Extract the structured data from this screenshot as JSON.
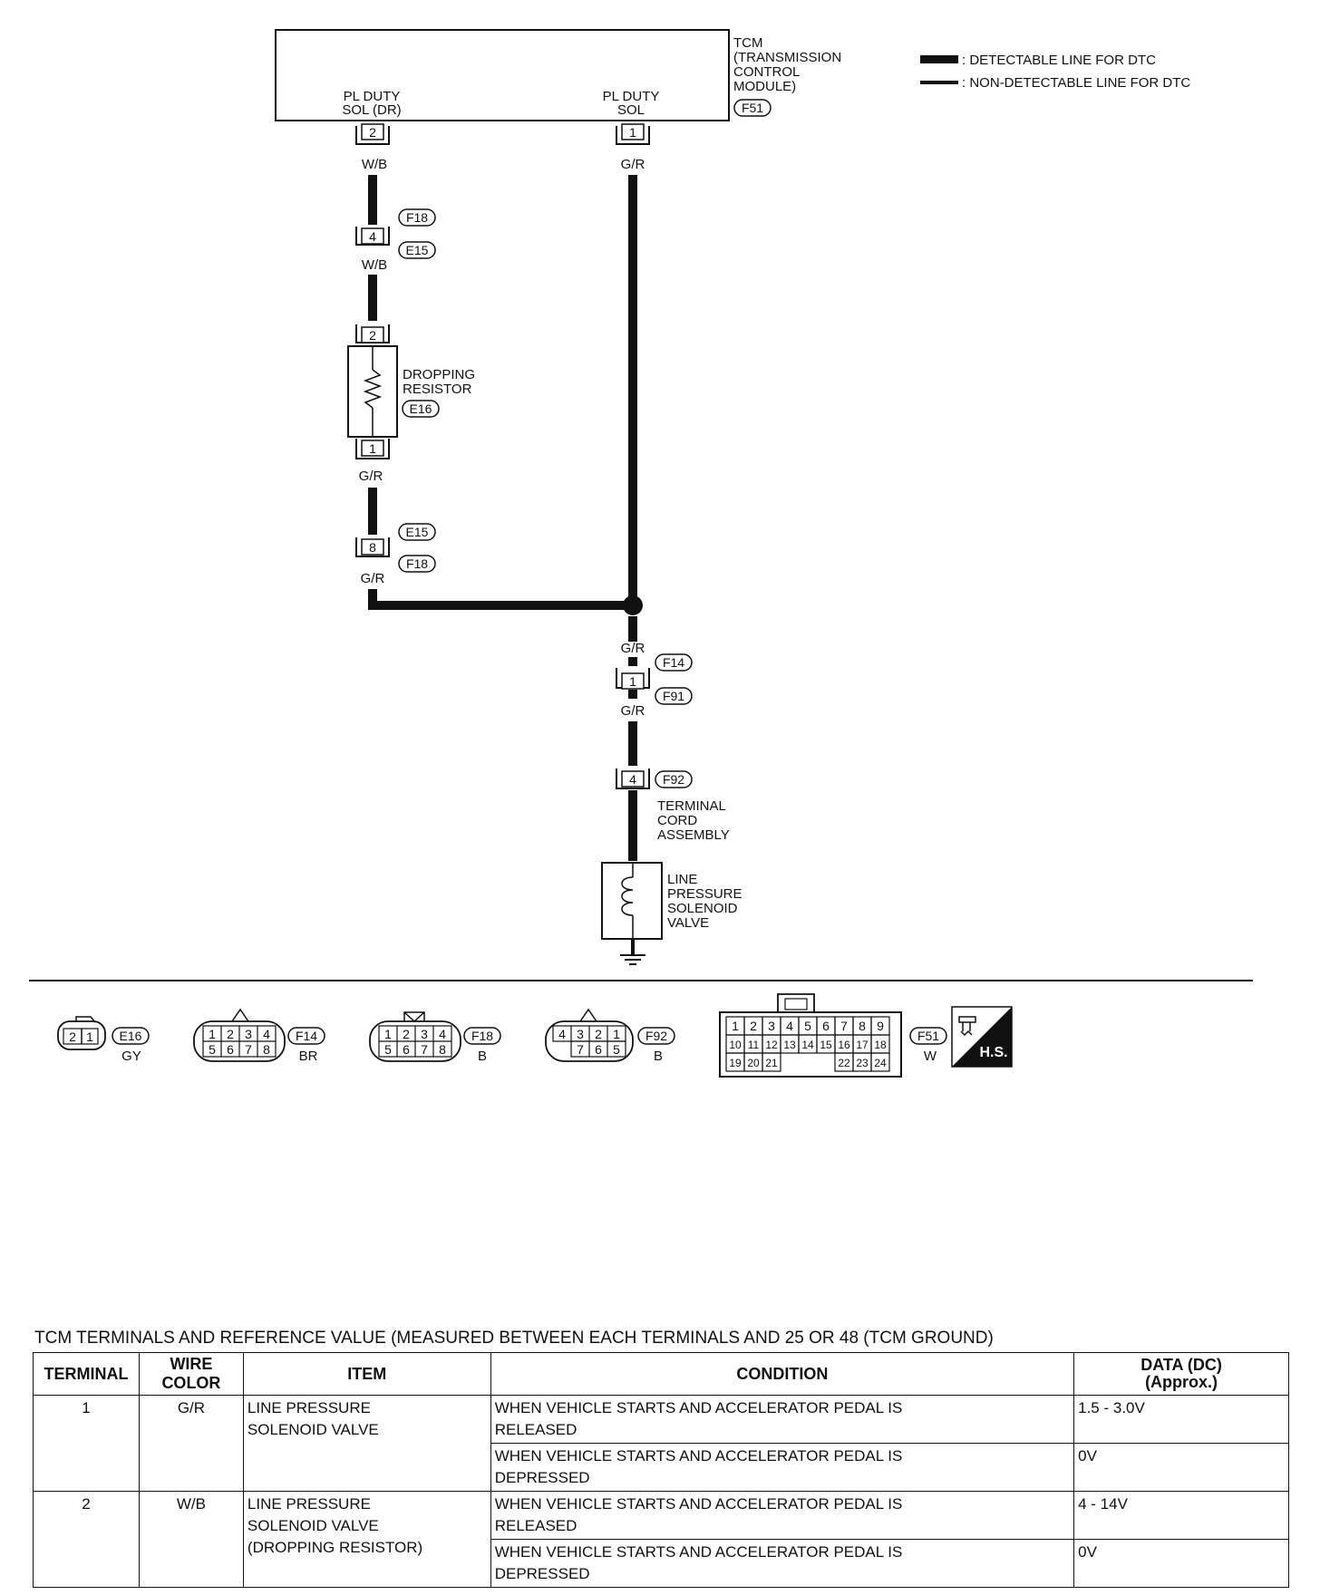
{
  "legend": {
    "detectable": ": DETECTABLE LINE FOR DTC",
    "non_detectable": ": NON-DETECTABLE LINE FOR DTC"
  },
  "tcm": {
    "label_lines": [
      "TCM",
      "(TRANSMISSION",
      "CONTROL",
      "MODULE)"
    ],
    "connector": "F51",
    "pin_left_label": [
      "PL DUTY",
      "SOL (DR)"
    ],
    "pin_left": "2",
    "pin_right_label": [
      "PL DUTY",
      "SOL"
    ],
    "pin_right": "1"
  },
  "wires": {
    "wb": "W/B",
    "gr": "G/R"
  },
  "connectors": {
    "f18_e15": {
      "top": "F18",
      "bottom": "E15",
      "pin": "4"
    },
    "e15_f18": {
      "top": "E15",
      "bottom": "F18",
      "pin": "8"
    },
    "f14_f91": {
      "top": "F14",
      "bottom": "F91",
      "pin": "1"
    },
    "f92": {
      "id": "F92",
      "pin": "4"
    }
  },
  "resistor": {
    "label_lines": [
      "DROPPING",
      "RESISTOR"
    ],
    "connector": "E16",
    "pin_top": "2",
    "pin_bottom": "1"
  },
  "terminal_cord": [
    "TERMINAL",
    "CORD",
    "ASSEMBLY"
  ],
  "solenoid": [
    "LINE",
    "PRESSURE",
    "SOLENOID",
    "VALVE"
  ],
  "connector_views": [
    {
      "id": "E16",
      "color": "GY",
      "rows": [
        [
          "2",
          "1"
        ]
      ]
    },
    {
      "id": "F14",
      "color": "BR",
      "rows": [
        [
          "1",
          "2",
          "3",
          "4"
        ],
        [
          "5",
          "6",
          "7",
          "8"
        ]
      ]
    },
    {
      "id": "F18",
      "color": "B",
      "rows": [
        [
          "1",
          "2",
          "3",
          "4"
        ],
        [
          "5",
          "6",
          "7",
          "8"
        ]
      ]
    },
    {
      "id": "F92",
      "color": "B",
      "rows": [
        [
          "4",
          "3",
          "2",
          "1"
        ],
        [
          "7",
          "6",
          "5"
        ]
      ]
    },
    {
      "id": "F51",
      "color": "W",
      "rows": [
        [
          "1",
          "2",
          "3",
          "4",
          "5",
          "6",
          "7",
          "8",
          "9"
        ],
        [
          "10",
          "11",
          "12",
          "13",
          "14",
          "15",
          "16",
          "17",
          "18"
        ],
        [
          "19",
          "20",
          "21",
          "",
          "",
          "",
          "22",
          "23",
          "24"
        ]
      ]
    }
  ],
  "hs_badge": "H.S.",
  "table": {
    "caption": "TCM TERMINALS AND REFERENCE VALUE (MEASURED BETWEEN EACH TERMINALS AND 25 OR 48 (TCM GROUND)",
    "headers": {
      "terminal": "TERMINAL",
      "wire_color": "WIRE COLOR",
      "item": "ITEM",
      "condition": "CONDITION",
      "data_line1": "DATA (DC)",
      "data_line2": "(Approx.)"
    },
    "rows": [
      {
        "terminal": "1",
        "wire_color": "G/R",
        "item_lines": [
          "LINE PRESSURE",
          "SOLENOID VALVE"
        ],
        "conditions": [
          {
            "condition_lines": [
              "WHEN VEHICLE STARTS AND ACCELERATOR PEDAL IS",
              "RELEASED"
            ],
            "data": "1.5 - 3.0V"
          },
          {
            "condition_lines": [
              "WHEN VEHICLE STARTS AND ACCELERATOR PEDAL IS",
              "DEPRESSED"
            ],
            "data": "0V"
          }
        ]
      },
      {
        "terminal": "2",
        "wire_color": "W/B",
        "item_lines": [
          "LINE PRESSURE",
          "SOLENOID VALVE",
          "(DROPPING RESISTOR)"
        ],
        "conditions": [
          {
            "condition_lines": [
              "WHEN VEHICLE STARTS AND ACCELERATOR PEDAL IS",
              "RELEASED"
            ],
            "data": "4 - 14V"
          },
          {
            "condition_lines": [
              "WHEN VEHICLE STARTS AND ACCELERATOR PEDAL IS",
              "DEPRESSED"
            ],
            "data": "0V"
          }
        ]
      }
    ]
  }
}
